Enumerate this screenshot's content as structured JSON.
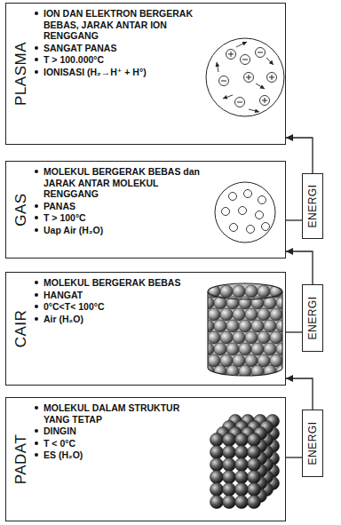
{
  "diagram": {
    "nodes": [
      {
        "text": [
          "PLASMA",
          "ION DAN ELEKTRON BERGERAK BEBAS, JARAK ANTAR ION RENGGANG",
          "SANGAT PANAS",
          "T > 100.000°C",
          "IONISASI (H₂→H⁺ + H°)"
        ]
      },
      {
        "text": [
          "ENERGI"
        ]
      },
      {
        "text": [
          "GAS",
          "MOLEKUL BERGERAK BEBAS dan JARAK ANTAR MOLEKUL RENGGANG",
          "PANAS",
          "T > 100°C",
          "Uap Air (H₂O)"
        ]
      },
      {
        "text": [
          "ENERGI"
        ]
      },
      {
        "text": [
          "CAIR",
          "MOLEKUL BERGERAK BEBAS",
          "HANGAT",
          "0°C<T< 100°C",
          "Air (H₂O)"
        ]
      },
      {
        "text": [
          "ENERGI"
        ]
      },
      {
        "text": [
          "PADAT",
          "MOLEKUL DALAM STRUKTUR YANG TETAP",
          "DINGIN",
          "T < 0°C",
          "ES (H₂O)"
        ]
      }
    ],
    "edges": [
      {
        "from": 6,
        "to": 5,
        "arrow": "none"
      },
      {
        "from": 5,
        "to": 4,
        "arrow": "to"
      },
      {
        "from": 4,
        "to": 3,
        "arrow": "none"
      },
      {
        "from": 3,
        "to": 2,
        "arrow": "to"
      },
      {
        "from": 2,
        "to": 1,
        "arrow": "none"
      },
      {
        "from": 1,
        "to": 0,
        "arrow": "to"
      }
    ]
  }
}
